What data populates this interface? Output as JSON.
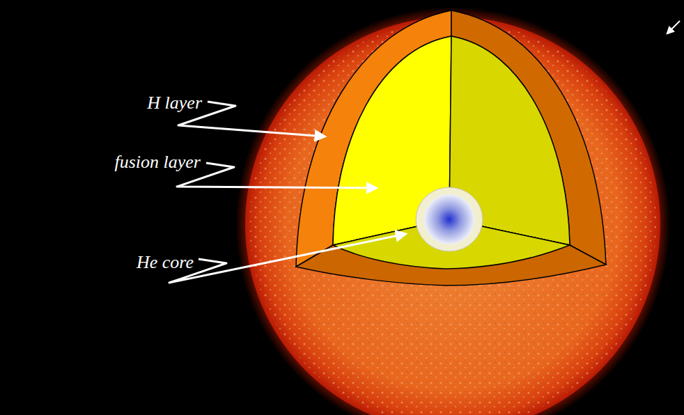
{
  "diagram": {
    "labels": [
      "H layer",
      "fusion layer",
      "He core"
    ]
  }
}
